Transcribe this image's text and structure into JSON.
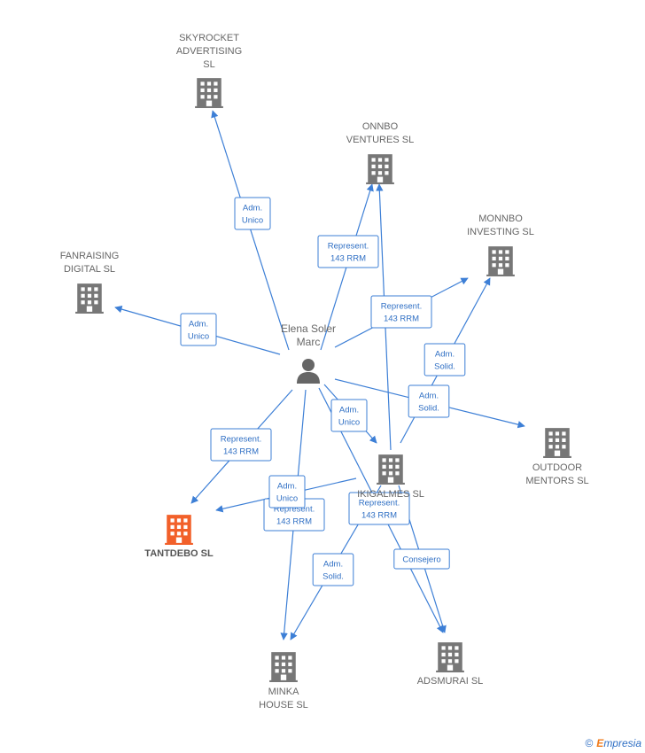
{
  "nodes": {
    "skyrocket": {
      "lines": [
        "SKYROCKET",
        "ADVERTISING",
        "SL"
      ],
      "kind": "company"
    },
    "onnbo": {
      "lines": [
        "ONNBO",
        "VENTURES  SL"
      ],
      "kind": "company"
    },
    "monnbo": {
      "lines": [
        "MONNBO",
        "INVESTING  SL"
      ],
      "kind": "company"
    },
    "fanraising": {
      "lines": [
        "FANRAISING",
        "DIGITAL SL"
      ],
      "kind": "company"
    },
    "person": {
      "lines": [
        "Elena Soler",
        "Marc"
      ],
      "kind": "person"
    },
    "outdoor": {
      "lines": [
        "OUTDOOR",
        "MENTORS  SL"
      ],
      "kind": "company"
    },
    "ikigalmes": {
      "lines": [
        "IKIGALMES  SL"
      ],
      "kind": "company"
    },
    "tantdebo": {
      "lines": [
        "TANTDEBO  SL"
      ],
      "kind": "main"
    },
    "minka": {
      "lines": [
        "MINKA",
        "HOUSE  SL"
      ],
      "kind": "company"
    },
    "adsmurai": {
      "lines": [
        "ADSMURAI  SL"
      ],
      "kind": "company"
    }
  },
  "edges": [
    {
      "from": "person",
      "to": "skyrocket",
      "lines": [
        "Adm.",
        "Unico"
      ]
    },
    {
      "from": "person",
      "to": "onnbo",
      "lines": [
        "Represent.",
        "143 RRM"
      ]
    },
    {
      "from": "person",
      "to": "fanraising",
      "lines": [
        "Adm.",
        "Unico"
      ]
    },
    {
      "from": "person",
      "to": "monnbo",
      "lines": [
        "Represent.",
        "143 RRM"
      ]
    },
    {
      "from": "person",
      "to": "outdoor",
      "lines": [
        "Adm.",
        "Solid."
      ]
    },
    {
      "from": "person",
      "to": "ikigalmes",
      "lines": [
        "Adm.",
        "Unico"
      ]
    },
    {
      "from": "person",
      "to": "tantdebo",
      "lines": [
        "Represent.",
        "143 RRM"
      ]
    },
    {
      "from": "person",
      "to": "minka",
      "lines": [
        "Represent.",
        "143 RRM"
      ]
    },
    {
      "from": "person",
      "to": "adsmurai",
      "lines": [
        "Consejero"
      ]
    },
    {
      "from": "ikigalmes",
      "to": "onnbo",
      "lines": []
    },
    {
      "from": "ikigalmes",
      "to": "monnbo",
      "lines": [
        "Adm.",
        "Solid."
      ]
    },
    {
      "from": "ikigalmes",
      "to": "tantdebo",
      "lines": [
        "Adm.",
        "Unico"
      ]
    },
    {
      "from": "ikigalmes",
      "to": "minka",
      "lines": [
        "Adm.",
        "Solid."
      ]
    },
    {
      "from": "ikigalmes",
      "to": "adsmurai",
      "lines": [
        "Represent.",
        "143 RRM"
      ]
    }
  ],
  "colors": {
    "edge": "#3d7fd6",
    "company": "#777777",
    "main": "#f2602a",
    "person": "#666666"
  },
  "footer": {
    "copyright": "©",
    "brand_initial": "E",
    "brand_rest": "mpresia"
  }
}
